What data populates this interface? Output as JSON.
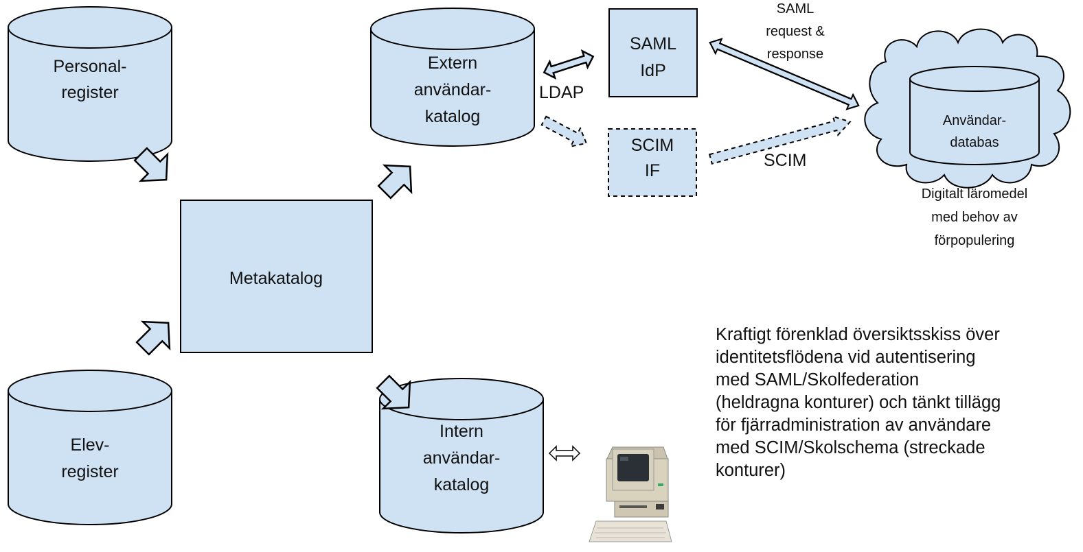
{
  "nodes": {
    "personal": {
      "line1": "Personal-",
      "line2": "register"
    },
    "elev": {
      "line1": "Elev-",
      "line2": "register"
    },
    "meta": {
      "label": "Metakatalog"
    },
    "extern": {
      "line1": "Extern",
      "line2": "användar-",
      "line3": "katalog"
    },
    "intern": {
      "line1": "Intern",
      "line2": "användar-",
      "line3": "katalog"
    },
    "saml_idp": {
      "line1": "SAML",
      "line2": "IdP"
    },
    "scim_if": {
      "line1": "SCIM",
      "line2": "IF"
    },
    "anvandardatabas": {
      "line1": "Användar-",
      "line2": "databas"
    }
  },
  "edges": {
    "ldap": "LDAP",
    "saml_flow": {
      "line1": "SAML",
      "line2": "request &",
      "line3": "response"
    },
    "scim": "SCIM"
  },
  "cloud_caption": {
    "line1": "Digitalt läromedel",
    "line2": "med behov av",
    "line3": "förpopulering"
  },
  "computer_icon": "computer-terminal-icon",
  "caption": "Kraftigt förenklad översiktsskiss över\nidentitetsflödena vid autentisering\nmed SAML/Skolfederation\n(heldragna konturer) och tänkt tillägg\nför fjärradministration av användare\nmed SCIM/Skolschema (streckade\nkonturer)",
  "colors": {
    "fill": "#cfe2f3",
    "stroke": "#000000"
  }
}
